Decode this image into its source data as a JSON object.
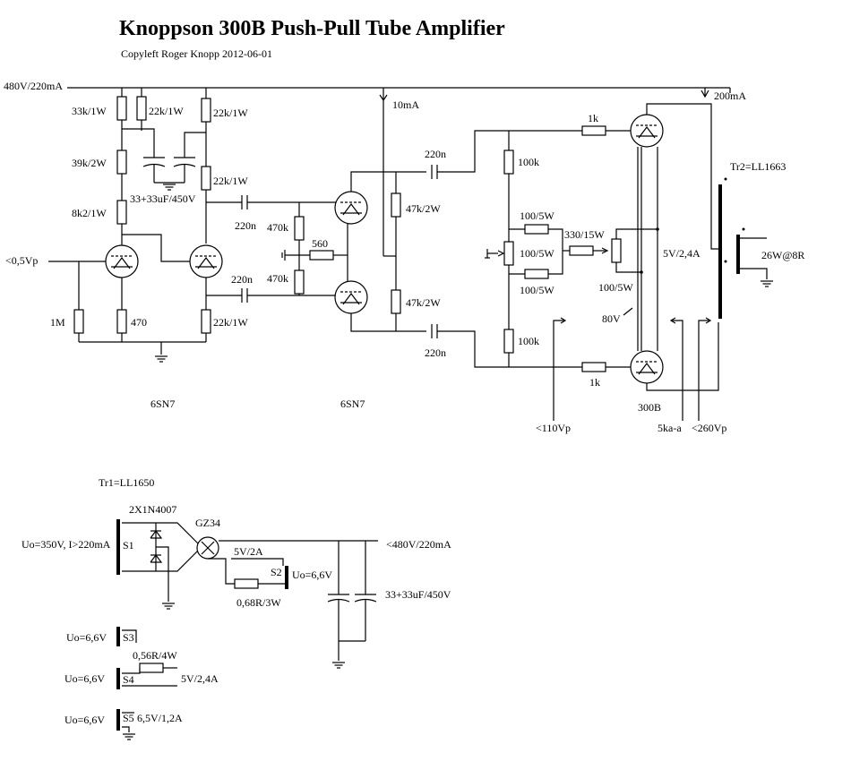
{
  "title": "Knoppson 300B Push-Pull Tube Amplifier",
  "subtitle": "Copyleft Roger Knopp 2012-06-01",
  "amp": {
    "supply": "480V/220mA",
    "r_33k": "33k/1W",
    "r_22k_a": "22k/1W",
    "r_22k_b": "22k/1W",
    "r_39k": "39k/2W",
    "cap_33": "33+33uF/450V",
    "r_22k_c": "22k/1W",
    "r_8k2": "8k2/1W",
    "input": "<0,5Vp",
    "r_1m": "1M",
    "r_470": "470",
    "r_22k_d": "22k/1W",
    "c_220n_1": "220n",
    "c_220n_2": "220n",
    "r_470k_1": "470k",
    "r_470k_2": "470k",
    "r_560": "560",
    "tube1": "6SN7",
    "tube2": "6SN7",
    "i_10ma": "10mA",
    "c_220n_3": "220n",
    "r_47k_1": "47k/2W",
    "r_47k_2": "47k/2W",
    "c_220n_4": "220n",
    "r_1k_1": "1k",
    "r_100k_1": "100k",
    "r_100_1": "100/5W",
    "r_100_2": "100/5W",
    "r_100_3": "100/5W",
    "r_330": "330/15W",
    "r_100_4": "100/5W",
    "r_100k_2": "100k",
    "r_1k_2": "1k",
    "bias": "<110Vp",
    "v80": "80V",
    "heater": "5V/2,4A",
    "tube3": "300B",
    "i_200ma": "200mA",
    "tr2": "Tr2=LL1663",
    "output": "26W@8R",
    "v5ka": "5ka-a",
    "v260": "<260Vp"
  },
  "psu": {
    "tr1": "Tr1=LL1650",
    "diodes": "2X1N4007",
    "rect": "GZ34",
    "s1_spec": "Uo=350V, I>220mA",
    "s1": "S1",
    "fil": "5V/2A",
    "s2": "S2",
    "s2_spec": "Uo=6,6V",
    "r_068": "0,68R/3W",
    "out": "<480V/220mA",
    "caps": "33+33uF/450V",
    "s3_spec": "Uo=6,6V",
    "s3": "S3",
    "r_056": "0,56R/4W",
    "s4_spec": "Uo=6,6V",
    "s4": "S4",
    "s4_out": "5V/2,4A",
    "s5_spec": "Uo=6,6V",
    "s5": "S5",
    "s5_out": "6,5V/1,2A"
  }
}
